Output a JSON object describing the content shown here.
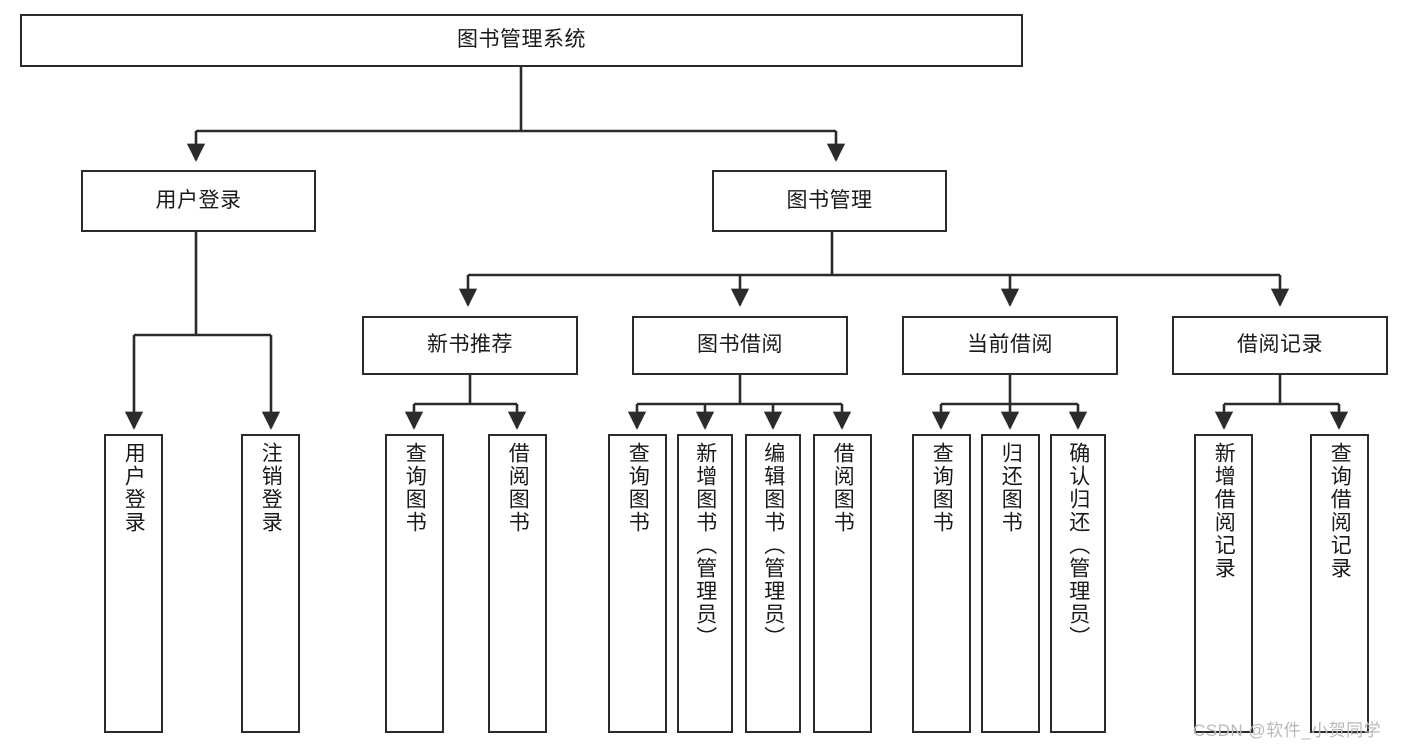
{
  "diagram": {
    "title": "图书管理系统",
    "type": "tree-hierarchy",
    "background_color": "#ffffff",
    "line_color": "#2b2b2b",
    "box_fill": "#ffffff"
  },
  "watermark": {
    "text": "CSDN @软件_小贺同学",
    "color": "#b9b9b9"
  },
  "nodes": {
    "root": {
      "label": "图书管理系统"
    },
    "level1": [
      {
        "label": "用户登录"
      },
      {
        "label": "图书管理"
      }
    ],
    "level2": [
      {
        "label": "新书推荐"
      },
      {
        "label": "图书借阅"
      },
      {
        "label": "当前借阅"
      },
      {
        "label": "借阅记录"
      }
    ],
    "leaves_user_login": [
      {
        "label": "用户登录"
      },
      {
        "label": "注销登录"
      }
    ],
    "leaves_new_book": [
      {
        "label": "查询图书"
      },
      {
        "label": "借阅图书"
      }
    ],
    "leaves_borrow": [
      {
        "label": "查询图书"
      },
      {
        "label": "新增图书（管理员）"
      },
      {
        "label": "编辑图书（管理员）"
      },
      {
        "label": "借阅图书"
      }
    ],
    "leaves_current": [
      {
        "label": "查询图书"
      },
      {
        "label": "归还图书"
      },
      {
        "label": "确认归还（管理员）"
      }
    ],
    "leaves_records": [
      {
        "label": "新增借阅记录"
      },
      {
        "label": "查询借阅记录"
      }
    ]
  }
}
